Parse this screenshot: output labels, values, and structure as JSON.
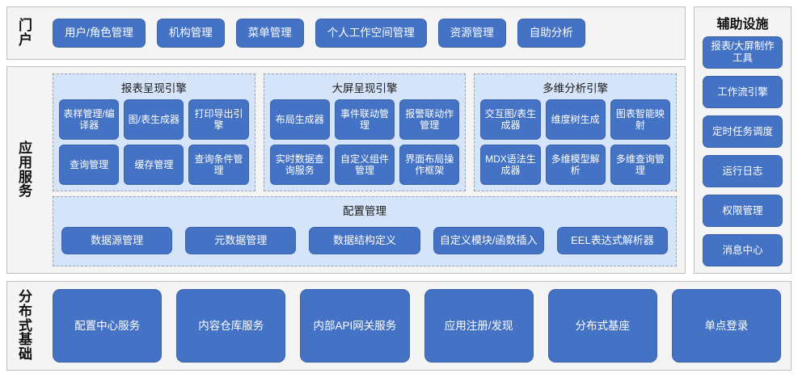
{
  "portal": {
    "label": "门户",
    "items": [
      "用户/角色管理",
      "机构管理",
      "菜单管理",
      "个人工作空间管理",
      "资源管理",
      "自助分析"
    ]
  },
  "aux": {
    "title": "辅助设施",
    "items": [
      "报表/大屏制作工具",
      "工作流引擎",
      "定时任务调度",
      "运行日志",
      "权限管理",
      "消息中心"
    ]
  },
  "app_services": {
    "label": "应用服务",
    "engines": [
      {
        "title": "报表呈现引擎",
        "items": [
          "表样管理/编译器",
          "图/表生成器",
          "打印导出引擎",
          "查询管理",
          "缓存管理",
          "查询条件管理"
        ]
      },
      {
        "title": "大屏呈现引擎",
        "items": [
          "布局生成器",
          "事件联动管理",
          "报警联动作管理",
          "实时数据查询服务",
          "自定义组件管理",
          "界面布局操作框架"
        ]
      },
      {
        "title": "多维分析引擎",
        "items": [
          "交互图/表生成器",
          "维度树生成",
          "图表智能映射",
          "MDX语法生成器",
          "多维模型解析",
          "多维查询管理"
        ]
      }
    ],
    "config": {
      "title": "配置管理",
      "items": [
        "数据源管理",
        "元数据管理",
        "数据结构定义",
        "自定义模块/函数插入",
        "EEL表达式解析器"
      ]
    }
  },
  "distributed": {
    "label": "分布式基础",
    "items": [
      "配置中心服务",
      "内容仓库服务",
      "内部API网关服务",
      "应用注册/发现",
      "分布式基座",
      "单点登录"
    ]
  },
  "colors": {
    "button_fill": "#4472c4",
    "panel_fill": "#d6e4fa",
    "band_fill": "#f4f4f4",
    "band_border": "#bfbfbf",
    "panel_border": "#9aa3ad",
    "text_light": "#ffffff",
    "text_dark": "#111111"
  }
}
